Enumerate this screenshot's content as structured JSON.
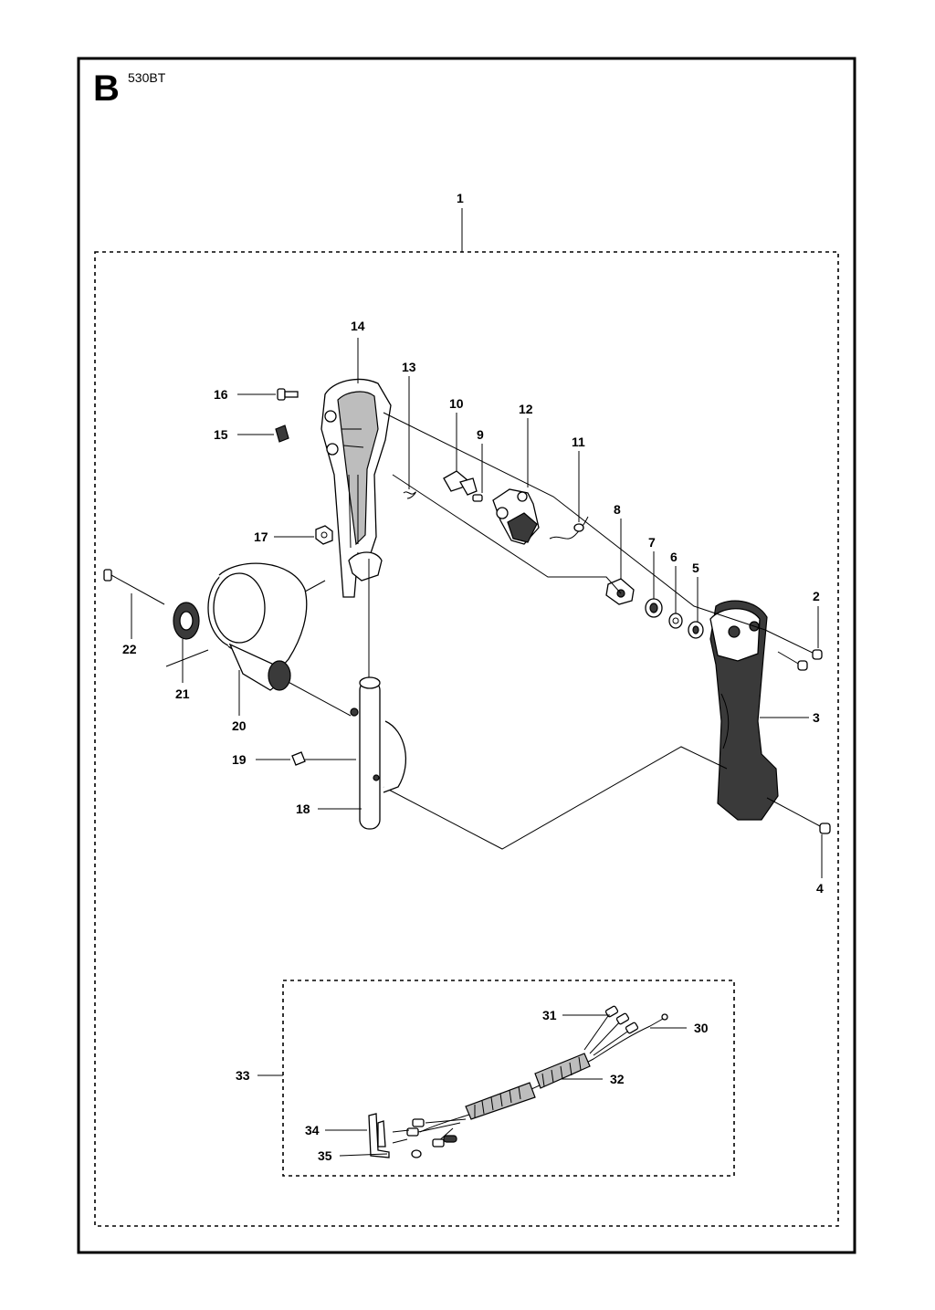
{
  "section_letter": "B",
  "model": "530BT",
  "callouts": {
    "p1": "1",
    "p2": "2",
    "p3": "3",
    "p4": "4",
    "p5": "5",
    "p6": "6",
    "p7": "7",
    "p8": "8",
    "p9": "9",
    "p10": "10",
    "p11": "11",
    "p12": "12",
    "p13": "13",
    "p14": "14",
    "p15": "15",
    "p16": "16",
    "p17": "17",
    "p18": "18",
    "p19": "19",
    "p20": "20",
    "p21": "21",
    "p22": "22",
    "p30": "30",
    "p31": "31",
    "p32": "32",
    "p33": "33",
    "p34": "34",
    "p35": "35"
  }
}
